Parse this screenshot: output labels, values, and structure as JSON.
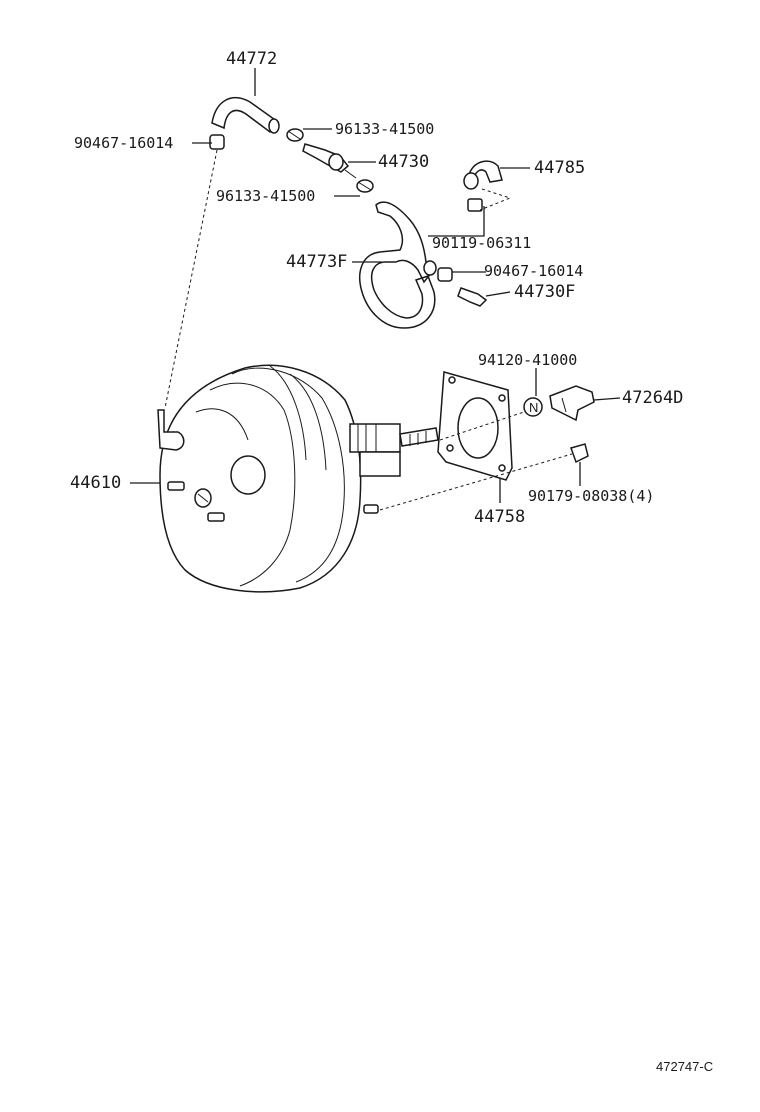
{
  "labels": {
    "p44772": "44772",
    "p90467a": "90467-16014",
    "p96133a": "96133-41500",
    "p44730": "44730",
    "p44785": "44785",
    "p96133b": "96133-41500",
    "p90119": "90119-06311",
    "p44773F": "44773F",
    "p90467b": "90467-16014",
    "p44730F": "44730F",
    "p94120": "94120-41000",
    "p47264D": "47264D",
    "p44610": "44610",
    "p90179": "90179-08038(4)",
    "p44758": "44758",
    "nut_mark": "N",
    "figure_code": "472747-C"
  }
}
